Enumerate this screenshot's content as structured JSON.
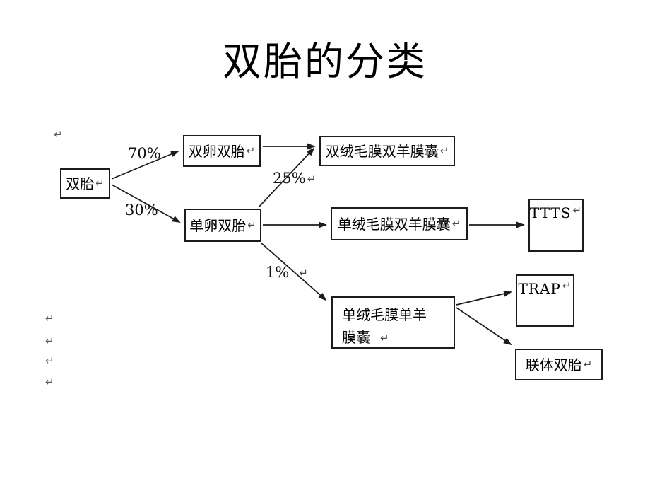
{
  "slide": {
    "title": "双胎的分类"
  },
  "glyphs": {
    "return_mark": "↵"
  },
  "diagram": {
    "nodes": [
      {
        "id": "twins",
        "label": "双胎"
      },
      {
        "id": "dizygotic-twins",
        "label": "双卵双胎"
      },
      {
        "id": "monozygotic-twins",
        "label": "单卵双胎"
      },
      {
        "id": "dichorionic-diamniotic",
        "label": "双绒毛膜双羊膜囊"
      },
      {
        "id": "monochorionic-diamniotic",
        "label": "单绒毛膜双羊膜囊"
      },
      {
        "id": "ttts",
        "label": "TTTS"
      },
      {
        "id": "monochorionic-monoamniotic",
        "label": "单绒毛膜单羊膜囊"
      },
      {
        "id": "trap",
        "label": "TRAP"
      },
      {
        "id": "conjoined-twins",
        "label": "联体双胎"
      }
    ],
    "edge_labels": [
      {
        "id": "pct-70",
        "text": "70%"
      },
      {
        "id": "pct-30",
        "text": "30%"
      },
      {
        "id": "pct-25",
        "text": "25%"
      },
      {
        "id": "pct-1",
        "text": "1%"
      }
    ],
    "edges": [
      {
        "from": "双胎",
        "to": "双卵双胎",
        "label": "70%"
      },
      {
        "from": "双胎",
        "to": "单卵双胎",
        "label": "30%"
      },
      {
        "from": "双卵双胎",
        "to": "双绒毛膜双羊膜囊",
        "label": ""
      },
      {
        "from": "单卵双胎",
        "to": "双绒毛膜双羊膜囊",
        "label": "25%"
      },
      {
        "from": "单卵双胎",
        "to": "单绒毛膜双羊膜囊",
        "label": ""
      },
      {
        "from": "单卵双胎",
        "to": "单绒毛膜单羊膜囊",
        "label": "1%"
      },
      {
        "from": "单绒毛膜双羊膜囊",
        "to": "TTTS",
        "label": ""
      },
      {
        "from": "单绒毛膜单羊膜囊",
        "to": "TRAP",
        "label": ""
      },
      {
        "from": "单绒毛膜单羊膜囊",
        "to": "联体双胎",
        "label": ""
      }
    ],
    "colors": {
      "background": "#ffffff",
      "box_border": "#1c1c1c",
      "line": "#1c1c1c",
      "text": "#000000"
    }
  }
}
